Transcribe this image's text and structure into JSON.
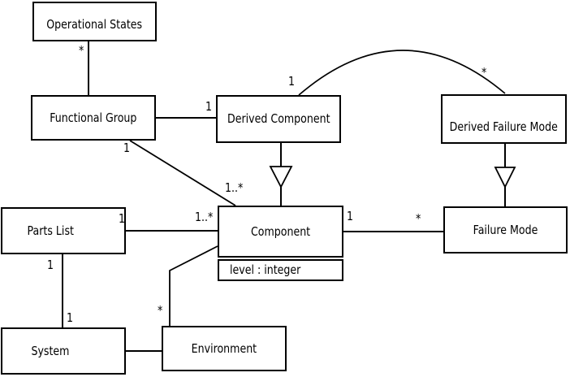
{
  "diagram": {
    "kind": "uml-class-diagram",
    "colors": {
      "line": "#000000",
      "box_background": "#ffffff",
      "text": "#000000",
      "page_background": "#ffffff"
    },
    "classes": {
      "operational_states": {
        "name": "Operational States"
      },
      "functional_group": {
        "name": "Functional Group"
      },
      "derived_component": {
        "name": "Derived Component"
      },
      "derived_failure_mode": {
        "name": "Derived Failure Mode"
      },
      "parts_list": {
        "name": "Parts List"
      },
      "component": {
        "name": "Component",
        "attributes": [
          "level : integer"
        ]
      },
      "failure_mode": {
        "name": "Failure Mode"
      },
      "system": {
        "name": "System"
      },
      "environment": {
        "name": "Environment"
      }
    },
    "relationships": [
      {
        "id": "os_fg",
        "from": "Operational States",
        "to": "Functional Group",
        "type": "association",
        "from_multiplicity": "*"
      },
      {
        "id": "fg_dc",
        "from": "Functional Group",
        "to": "Derived Component",
        "type": "association",
        "to_multiplicity": "1"
      },
      {
        "id": "fg_comp",
        "from": "Functional Group",
        "to": "Component",
        "type": "association",
        "from_multiplicity": "1",
        "to_multiplicity": "1..*"
      },
      {
        "id": "dc_comp",
        "from": "Derived Component",
        "to": "Component",
        "type": "generalization"
      },
      {
        "id": "dc_dfm",
        "from": "Derived Component",
        "to": "Derived Failure Mode",
        "type": "association-arc",
        "from_multiplicity": "1",
        "to_multiplicity": "*"
      },
      {
        "id": "dfm_fm",
        "from": "Derived Failure Mode",
        "to": "Failure Mode",
        "type": "generalization"
      },
      {
        "id": "pl_comp",
        "from": "Parts List",
        "to": "Component",
        "type": "association",
        "from_multiplicity": "1",
        "to_multiplicity": "1..*"
      },
      {
        "id": "comp_fm",
        "from": "Component",
        "to": "Failure Mode",
        "type": "association",
        "from_multiplicity": "1",
        "to_multiplicity": "*"
      },
      {
        "id": "pl_sys",
        "from": "Parts List",
        "to": "System",
        "type": "association",
        "from_multiplicity": "1",
        "to_multiplicity": "1"
      },
      {
        "id": "comp_env",
        "from": "Component",
        "to": "Environment",
        "type": "association",
        "to_multiplicity": "*"
      },
      {
        "id": "sys_env",
        "from": "System",
        "to": "Environment",
        "type": "association"
      }
    ]
  }
}
